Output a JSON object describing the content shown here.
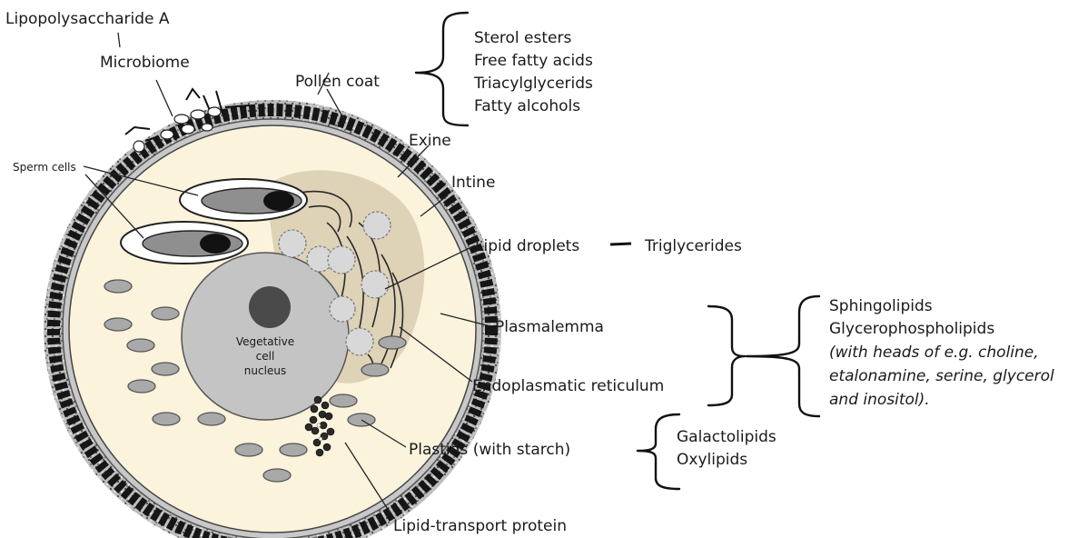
{
  "labels": {
    "lps": "Lipopolysaccharide A",
    "microbiome": "Microbiome",
    "pollen_coat": "Pollen coat",
    "exine": "Exine",
    "intine": "Intine",
    "sperm_cells": "Sperm cells",
    "lipid_droplets": "Lipid droplets",
    "plasmalemma": "Plasmalemma",
    "er": "Endoplasmatic reticulum",
    "plastids": "Plastids (with starch)",
    "ltp": "Lipid-transport protein",
    "nucleus_1": "Vegetative",
    "nucleus_2": "cell",
    "nucleus_3": "nucleus"
  },
  "pollen_coat_lipids": [
    "Sterol esters",
    "Free fatty acids",
    "Triacylglycerids",
    "Fatty alcohols"
  ],
  "lipid_droplet_lipid": "Triglycerides",
  "membrane_lipids": {
    "line1": "Sphingolipids",
    "line2": "Glycerophospholipids",
    "line3": "(with heads of e.g. choline,",
    "line4": "etalonamine, serine, glycerol",
    "line5": "and inositol)."
  },
  "plastid_lipids": [
    "Galactolipids",
    "Oxylipids"
  ],
  "colors": {
    "cytoplasm": "#fbf3dc",
    "er_region": "#d8cbb0",
    "organelle": "#c9c9c9",
    "exine": "#1b1b1b",
    "nucleolus": "#4a4a4a"
  }
}
